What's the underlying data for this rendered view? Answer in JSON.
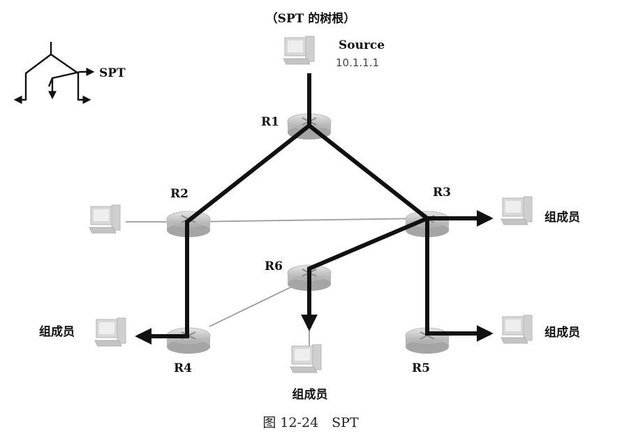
{
  "root_label": "（SPT 的树根）",
  "legend": {
    "label": "SPT"
  },
  "source": {
    "name": "Source",
    "ip": "10.1.1.1"
  },
  "routers": {
    "r1": "R1",
    "r2": "R2",
    "r3": "R3",
    "r4": "R4",
    "r5": "R5",
    "r6": "R6"
  },
  "members": {
    "r3": "组成员",
    "r4": "组成员",
    "r5": "组成员",
    "r6": "组成员"
  },
  "caption": "图 12-24　SPT",
  "colors": {
    "tree": "#111111",
    "link": "#9a9a9a",
    "device": "#c9c9c9"
  }
}
